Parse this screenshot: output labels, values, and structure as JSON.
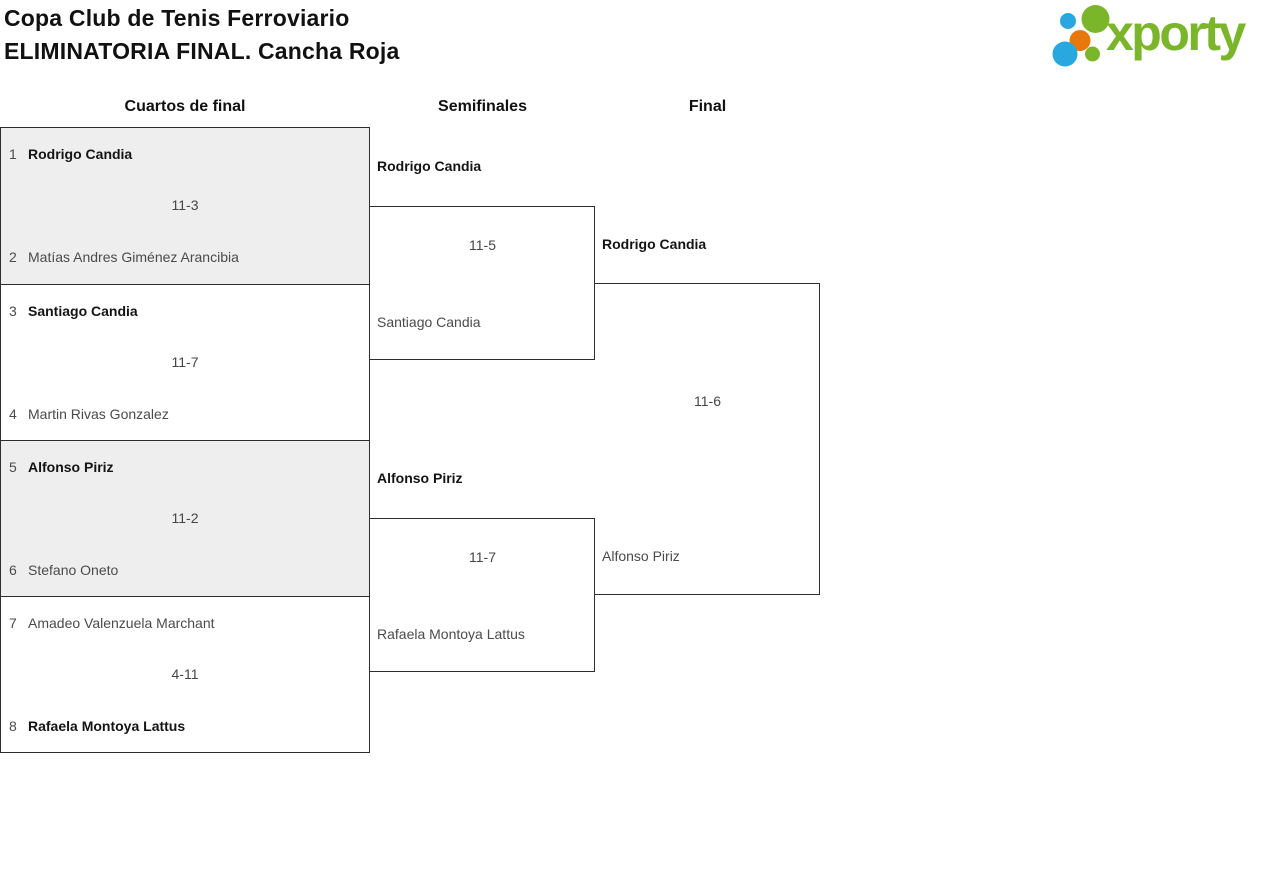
{
  "header": {
    "title_line1": "Copa Club de Tenis Ferroviario",
    "title_line2": "ELIMINATORIA FINAL. Cancha Roja"
  },
  "logo": {
    "wordmark": "xporty"
  },
  "round_labels": [
    "Cuartos de final",
    "Semifinales",
    "Final"
  ],
  "quarterfinals": [
    {
      "seed1": "1",
      "player1": "Rodrigo Candia",
      "score": "11-3",
      "seed2": "2",
      "player2": "Matías Andres Giménez Arancibia",
      "winner": "player1"
    },
    {
      "seed1": "3",
      "player1": "Santiago Candia",
      "score": "11-7",
      "seed2": "4",
      "player2": "Martin Rivas Gonzalez",
      "winner": "player1"
    },
    {
      "seed1": "5",
      "player1": "Alfonso Piriz",
      "score": "11-2",
      "seed2": "6",
      "player2": "Stefano Oneto",
      "winner": "player1"
    },
    {
      "seed1": "7",
      "player1": "Amadeo Valenzuela Marchant",
      "score": "4-11",
      "seed2": "8",
      "player2": "Rafaela Montoya Lattus",
      "winner": "player2"
    }
  ],
  "semifinals": [
    {
      "player1": "Rodrigo Candia",
      "score": "11-5",
      "player2": "Santiago Candia",
      "winner": "player1"
    },
    {
      "player1": "Alfonso Piriz",
      "score": "11-7",
      "player2": "Rafaela Montoya Lattus",
      "winner": "player1"
    }
  ],
  "final": {
    "player1": "Rodrigo Candia",
    "score": "11-6",
    "player2": "Alfonso Piriz",
    "winner": "player1"
  },
  "colors": {
    "brand_green": "#7ab52a",
    "brand_blue": "#29a8e0",
    "brand_orange": "#e8780c",
    "box_fill_alt": "#eeeeee",
    "box_border": "#2e2e2e"
  }
}
